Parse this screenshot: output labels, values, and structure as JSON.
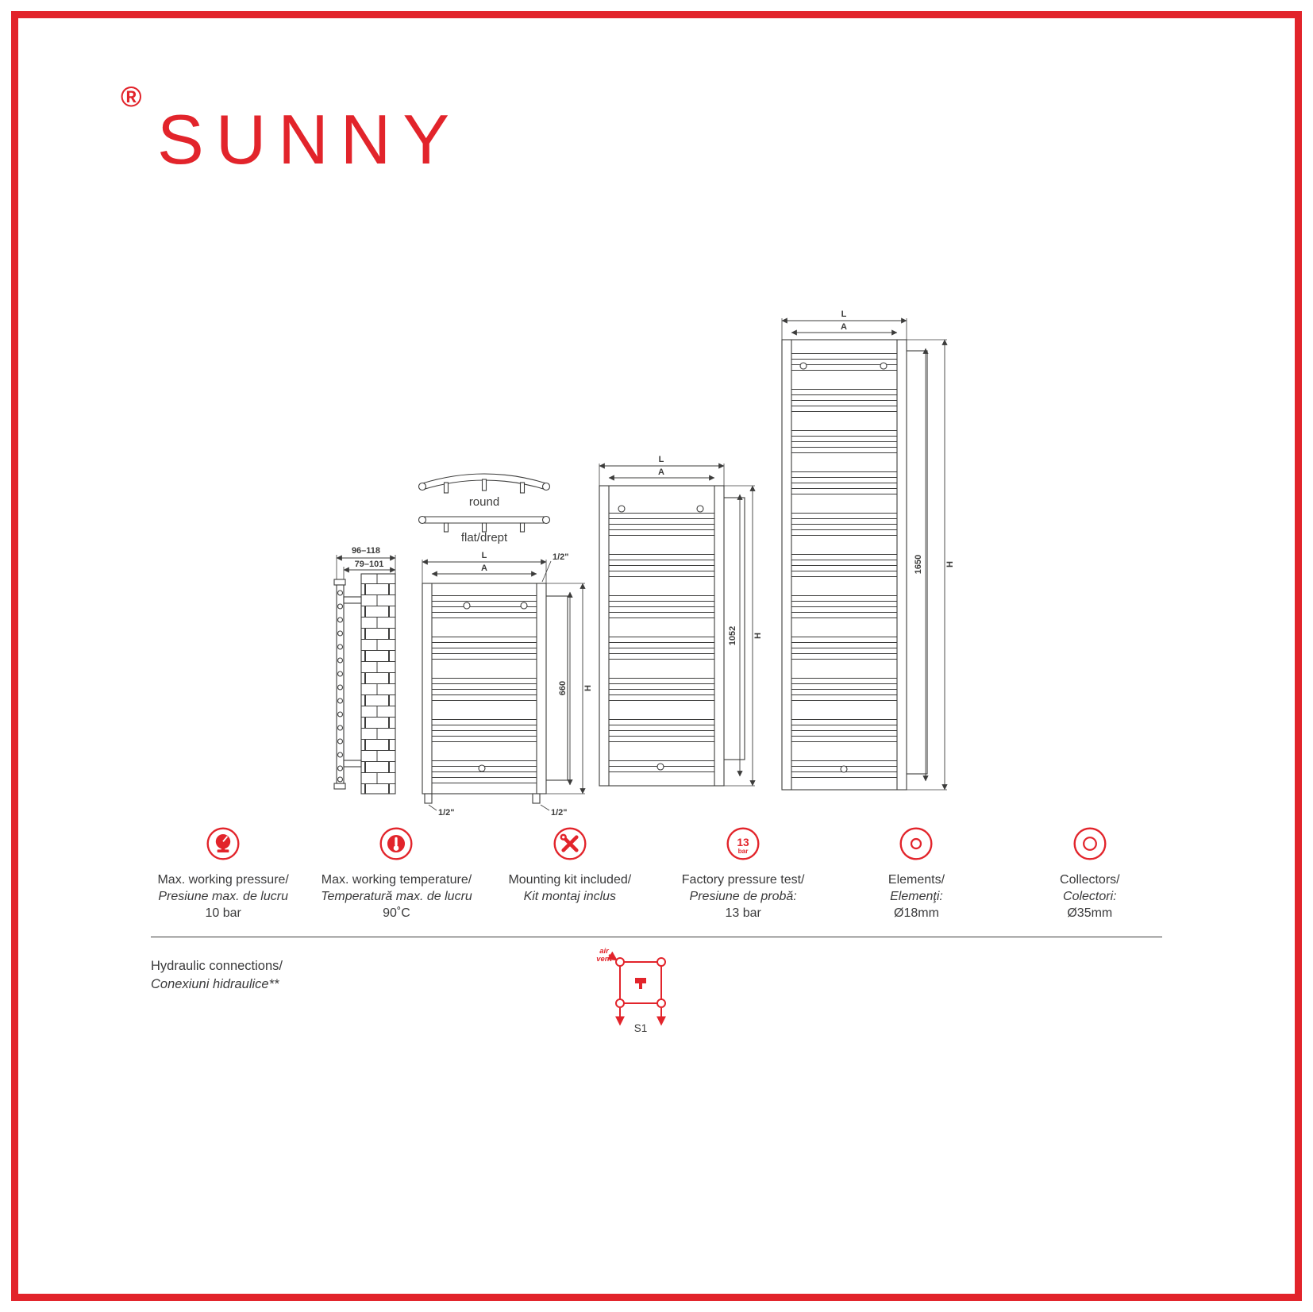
{
  "colors": {
    "accent": "#E2242B",
    "line": "#3C3C3B",
    "text": "#3A3A3B"
  },
  "logo": {
    "registered": "®",
    "brand": "SUNNY"
  },
  "drawings": {
    "wall_mount": {
      "dim_outer": "96–118",
      "dim_inner": "79–101"
    },
    "profiles": {
      "round": "round",
      "flat": "flat/drept"
    },
    "connections": {
      "top_right": "1/2\"",
      "bottom_left": "1/2\"",
      "bottom_right": "1/2\""
    },
    "radiator_small": {
      "l": "L",
      "a": "A",
      "h": "H",
      "height": "660"
    },
    "radiator_medium": {
      "l": "L",
      "a": "A",
      "h": "H",
      "height": "1052"
    },
    "radiator_large": {
      "l": "L",
      "a": "A",
      "h": "H",
      "height": "1650"
    }
  },
  "specs": [
    {
      "icon": "pressure-gauge-icon",
      "title": "Max. working pressure/",
      "subtitle": "Presiune max. de lucru",
      "value": "10 bar"
    },
    {
      "icon": "thermometer-icon",
      "title": "Max. working temperature/",
      "subtitle": "Temperatură max. de lucru",
      "value": "90˚C"
    },
    {
      "icon": "mounting-tools-icon",
      "title": "Mounting kit included/",
      "subtitle": "Kit montaj inclus",
      "value": ""
    },
    {
      "icon": "pressure-test-icon",
      "icon_text": "13",
      "icon_sub": "bar",
      "title": "Factory pressure test/",
      "subtitle": "Presiune de probă:",
      "value": "13 bar"
    },
    {
      "icon": "element-diameter-icon",
      "title": "Elements/",
      "subtitle": "Elemenţi:",
      "value": "Ø18mm"
    },
    {
      "icon": "collector-diameter-icon",
      "title": "Collectors/",
      "subtitle": "Colectori:",
      "value": "Ø35mm"
    }
  ],
  "hydraulic": {
    "title": "Hydraulic connections/",
    "subtitle": "Conexiuni hidraulice**",
    "air_vent_line1": "air",
    "air_vent_line2": "vent",
    "scheme": "S1"
  }
}
